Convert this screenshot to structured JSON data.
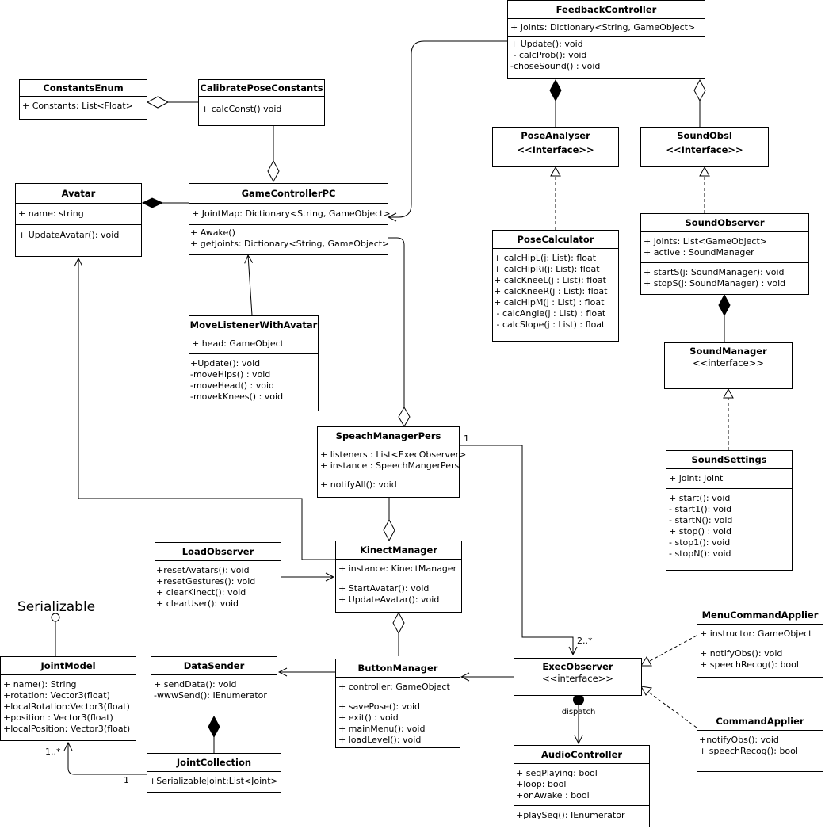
{
  "classes": {
    "feedback_controller": {
      "name": "FeedbackController",
      "attributes": [
        "+ Joints: Dictionary<String, GameObject>"
      ],
      "methods": [
        "+ Update(): void",
        " - calcProb(): void",
        "-choseSound() : void"
      ]
    },
    "constants_enum": {
      "name": "ConstantsEnum",
      "attributes": [
        "+ Constants: List<Float>"
      ]
    },
    "calibrate_pose_constants": {
      "name": "CalibratePoseConstants",
      "attributes": [
        "+ calcConst() void"
      ]
    },
    "avatar": {
      "name": "Avatar",
      "attributes": [
        "+ name: string"
      ],
      "methods": [
        "+ UpdateAvatar(): void"
      ]
    },
    "game_controller_pc": {
      "name": "GameControllerPC",
      "attributes": [
        "+ JointMap: Dictionary<String, GameObject>"
      ],
      "methods": [
        "+ Awake()",
        "+ getJoints: Dictionary<String, GameObject>"
      ]
    },
    "pose_analyser": {
      "name": "PoseAnalyser",
      "stereotype": "<<Interface>>"
    },
    "sound_obsl": {
      "name": "SoundObsl",
      "stereotype": "<<Interface>>"
    },
    "pose_calculator": {
      "name": "PoseCalculator",
      "methods": [
        "+ calcHipL(j: List): float",
        "+ calcHipRi(j: List): float",
        "+ calcKneeL(j : List): float",
        "+ calcKneeR(j : List): float",
        "+ calcHipM(j : List) : float",
        " - calcAngle(j : List) : float",
        " - calcSlope(j : List) : float"
      ]
    },
    "sound_observer": {
      "name": "SoundObserver",
      "attributes": [
        "+ joints: List<GameObject>",
        "+ active : SoundManager"
      ],
      "methods": [
        "+ startS(j: SoundManager): void",
        "+ stopS(j: SoundManager) : void"
      ]
    },
    "move_listener": {
      "name": "MoveListenerWithAvatar",
      "attributes": [
        "+ head: GameObject"
      ],
      "methods": [
        "+Update(): void",
        "-moveHips() : void",
        "-moveHead() : void",
        "-movekKnees() : void"
      ]
    },
    "sound_manager": {
      "name": "SoundManager",
      "stereotype": "<<interface>>"
    },
    "speach_manager": {
      "name": "SpeachManagerPers",
      "attributes": [
        "+ listeners : List<ExecObserver>",
        "+ instance : SpeechMangerPers"
      ],
      "methods": [
        "+ notifyAll(): void"
      ]
    },
    "sound_settings": {
      "name": "SoundSettings",
      "attributes": [
        "+ joint: Joint"
      ],
      "methods": [
        "+ start(): void",
        "- start1(): void",
        "- startN(): void",
        "+ stop() : void",
        "- stop1(): void",
        "- stopN(): void"
      ]
    },
    "load_observer": {
      "name": "LoadObserver",
      "methods": [
        "+resetAvatars(): void",
        "+resetGestures(): void",
        "+ clearKinect(): void",
        "+ clearUser(): void"
      ]
    },
    "kinect_manager": {
      "name": "KinectManager",
      "attributes": [
        "+ instance: KinectManager"
      ],
      "methods": [
        "+ StartAvatar(): void",
        "+ UpdateAvatar(): void"
      ]
    },
    "menu_command_applier": {
      "name": "MenuCommandApplier",
      "attributes": [
        "+ instructor: GameObject"
      ],
      "methods": [
        "+ notifyObs(): void",
        "+ speechRecog(): bool"
      ]
    },
    "joint_model": {
      "name": "JointModel",
      "attributes": [
        "+ name(): String",
        "+rotation: Vector3(float)",
        "+localRotation:Vector3(float)",
        "+position : Vector3(float)",
        "+localPosition: Vector3(float)"
      ]
    },
    "data_sender": {
      "name": "DataSender",
      "attributes": [
        "+ sendData(): void",
        "-wwwSend(): IEnumerator"
      ]
    },
    "button_manager": {
      "name": "ButtonManager",
      "attributes": [
        "+ controller: GameObject"
      ],
      "methods": [
        "+ savePose(): void",
        "+ exit() : void",
        "+ mainMenu(): void",
        "+ loadLevel(): void"
      ]
    },
    "exec_observer": {
      "name": "ExecObserver",
      "stereotype": "<<interface>>"
    },
    "command_applier": {
      "name": "CommandApplier",
      "attributes": [
        "+notifyObs(): void",
        "+ speechRecog(): bool"
      ]
    },
    "joint_collection": {
      "name": "JointCollection",
      "attributes": [
        "+SerializableJoint:List<Joint>"
      ]
    },
    "audio_controller": {
      "name": "AudioController",
      "attributes": [
        "+ seqPlaying: bool",
        "+loop: bool",
        "+onAwake : bool"
      ],
      "methods": [
        "+playSeq(): IEnumerator"
      ]
    }
  },
  "labels": {
    "serializable": "Serializable",
    "dispatch": "dispatch",
    "mult_one_speach": "1",
    "mult_two_many": "2..*",
    "mult_one_many": "1..*",
    "mult_one_collection": "1"
  }
}
